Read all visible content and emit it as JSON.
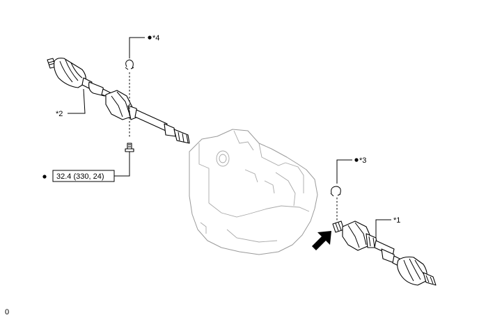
{
  "callouts": {
    "c1": "*1",
    "c2": "*2",
    "c3": "*3",
    "c4": "*4"
  },
  "torque_spec": "32.4 (330, 24)",
  "figure_id": "0",
  "colors": {
    "line": "#000000",
    "transaxle_outline": "#9a9a9a",
    "background": "#ffffff"
  },
  "icons": {
    "no_reuse_bullet": "black-dot-icon",
    "direction_arrow": "black-arrow-icon"
  }
}
